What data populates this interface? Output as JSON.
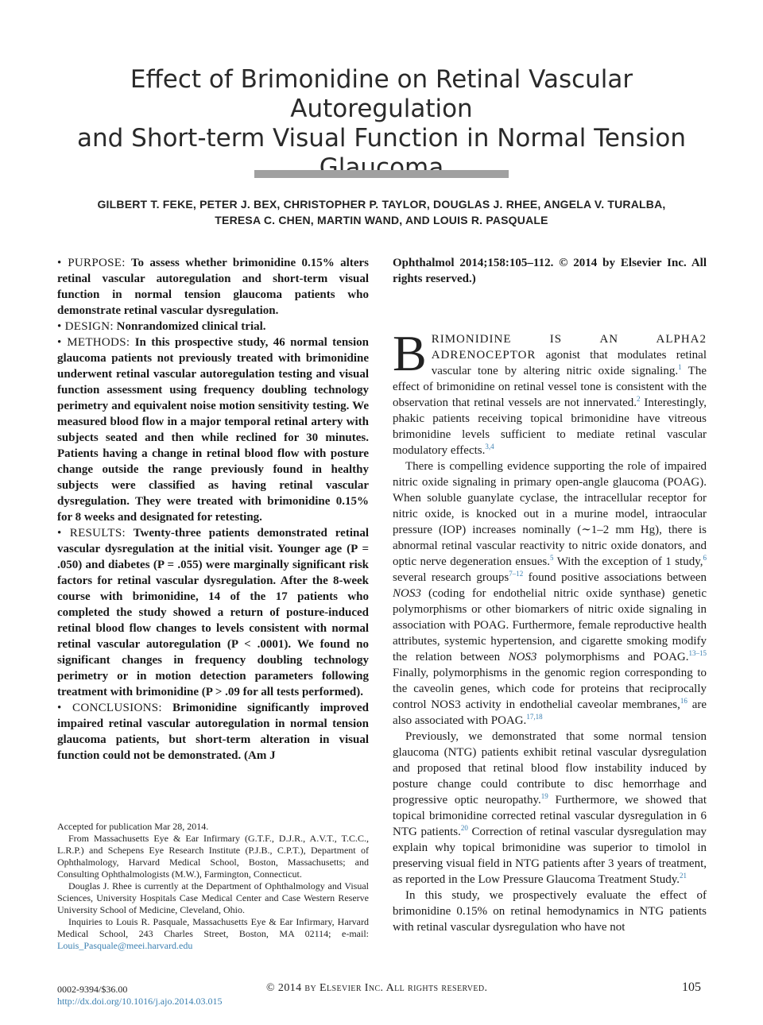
{
  "title": {
    "line1": "Effect of Brimonidine on Retinal Vascular Autoregulation",
    "line2": "and Short-term Visual Function in Normal Tension",
    "line3": "Glaucoma"
  },
  "authors": {
    "line1": "GILBERT T. FEKE, PETER J. BEX, CHRISTOPHER P. TAYLOR, DOUGLAS J. RHEE, ANGELA V. TURALBA,",
    "line2": "TERESA C. CHEN, MARTIN WAND, AND LOUIS R. PASQUALE"
  },
  "abstract": {
    "purpose_label": "• PURPOSE:",
    "purpose": "To assess whether brimonidine 0.15% alters retinal vascular autoregulation and short-term visual function in normal tension glaucoma patients who demonstrate retinal vascular dysregulation.",
    "design_label": "• DESIGN:",
    "design": "Nonrandomized clinical trial.",
    "methods_label": "• METHODS:",
    "methods": "In this prospective study, 46 normal tension glaucoma patients not previously treated with brimonidine underwent retinal vascular autoregulation testing and visual function assessment using frequency doubling technology perimetry and equivalent noise motion sensitivity testing. We measured blood flow in a major temporal retinal artery with subjects seated and then while reclined for 30 minutes. Patients having a change in retinal blood flow with posture change outside the range previously found in healthy subjects were classified as having retinal vascular dysregulation. They were treated with brimonidine 0.15% for 8 weeks and designated for retesting.",
    "results_label": "• RESULTS:",
    "results": "Twenty-three patients demonstrated retinal vascular dysregulation at the initial visit. Younger age (P = .050) and diabetes (P = .055) were marginally significant risk factors for retinal vascular dysregulation. After the 8-week course with brimonidine, 14 of the 17 patients who completed the study showed a return of posture-induced retinal blood flow changes to levels consistent with normal retinal vascular autoregulation (P < .0001). We found no significant changes in frequency doubling technology perimetry or in motion detection parameters following treatment with brimonidine (P > .09 for all tests performed).",
    "conclusions_label": "• CONCLUSIONS:",
    "conclusions": "Brimonidine significantly improved impaired retinal vascular autoregulation in normal tension glaucoma patients, but short-term alteration in visual function could not be demonstrated. (Am J",
    "citation_cont": "Ophthalmol 2014;158:105–112. © 2014 by Elsevier Inc. All rights reserved.)"
  },
  "footnotes": {
    "accepted": "Accepted for publication Mar 28, 2014.",
    "affiliations": "From Massachusetts Eye & Ear Infirmary (G.T.F., D.J.R., A.V.T., T.C.C., L.R.P.) and Schepens Eye Research Institute (P.J.B., C.P.T.), Department of Ophthalmology, Harvard Medical School, Boston, Massachusetts; and Consulting Ophthalmologists (M.W.), Farmington, Connecticut.",
    "rhee": "Douglas J. Rhee is currently at the Department of Ophthalmology and Visual Sciences, University Hospitals Case Medical Center and Case Western Reserve University School of Medicine, Cleveland, Ohio.",
    "inquiries": "Inquiries to Louis R. Pasquale, Massachusetts Eye & Ear Infirmary, Harvard Medical School, 243 Charles Street, Boston, MA 02114; e-mail:",
    "email": "Louis_Pasquale@meei.harvard.edu"
  },
  "body": {
    "dropcap": "B",
    "p1_smallcaps": "RIMONIDINE IS AN ALPHA2 ADRENOCEPTOR",
    "p1a": "agonist that modulates retinal vascular tone by altering nitric oxide signaling.",
    "r1": "1",
    "p1b": "The effect of brimonidine on retinal vessel tone is consistent with the observation that retinal vessels are not innervated.",
    "r2": "2",
    "p1c": "Interestingly, phakic patients receiving topical brimonidine have vitreous brimonidine levels sufficient to mediate retinal vascular modulatory effects.",
    "r3": "3,4",
    "p2a": "There is compelling evidence supporting the role of impaired nitric oxide signaling in primary open-angle glaucoma (POAG). When soluble guanylate cyclase, the intracellular receptor for nitric oxide, is knocked out in a murine model, intraocular pressure (IOP) increases nominally (∼1–2 mm Hg), there is abnormal retinal vascular reactivity to nitric oxide donators, and optic nerve degeneration ensues.",
    "r4": "5",
    "p2b": "With the exception of 1 study,",
    "r5": "6",
    "p2c": "several research groups",
    "r6": "7–12",
    "p2d": "found positive associations between",
    "p2e_italic": "NOS3",
    "p2f": "(coding for endothelial nitric oxide synthase) genetic polymorphisms or other biomarkers of nitric oxide signaling in association with POAG. Furthermore, female reproductive health attributes, systemic hypertension, and cigarette smoking modify the relation between",
    "p2g_italic": "NOS3",
    "p2h": "polymorphisms and POAG.",
    "r7": "13–15",
    "p2i": "Finally, polymorphisms in the genomic region corresponding to the caveolin genes, which code for proteins that reciprocally control NOS3 activity in endothelial caveolar membranes,",
    "r8": "16",
    "p2j": "are also associated with POAG.",
    "r9": "17,18",
    "p3a": "Previously, we demonstrated that some normal tension glaucoma (NTG) patients exhibit retinal vascular dysregulation and proposed that retinal blood flow instability induced by posture change could contribute to disc hemorrhage and progressive optic neuropathy.",
    "r10": "19",
    "p3b": "Furthermore, we showed that topical brimonidine corrected retinal vascular dysregulation in 6 NTG patients.",
    "r11": "20",
    "p3c": "Correction of retinal vascular dysregulation may explain why topical brimonidine was superior to timolol in preserving visual field in NTG patients after 3 years of treatment, as reported in the Low Pressure Glaucoma Treatment Study.",
    "r12": "21",
    "p4": "In this study, we prospectively evaluate the effect of brimonidine 0.15% on retinal hemodynamics in NTG patients with retinal vascular dysregulation who have not"
  },
  "page_footer": {
    "issn": "0002-9394/$36.00",
    "doi": "http://dx.doi.org/10.1016/j.ajo.2014.03.015",
    "copyright": "© 2014 by Elsevier Inc. All rights reserved.",
    "page_number": "105"
  }
}
